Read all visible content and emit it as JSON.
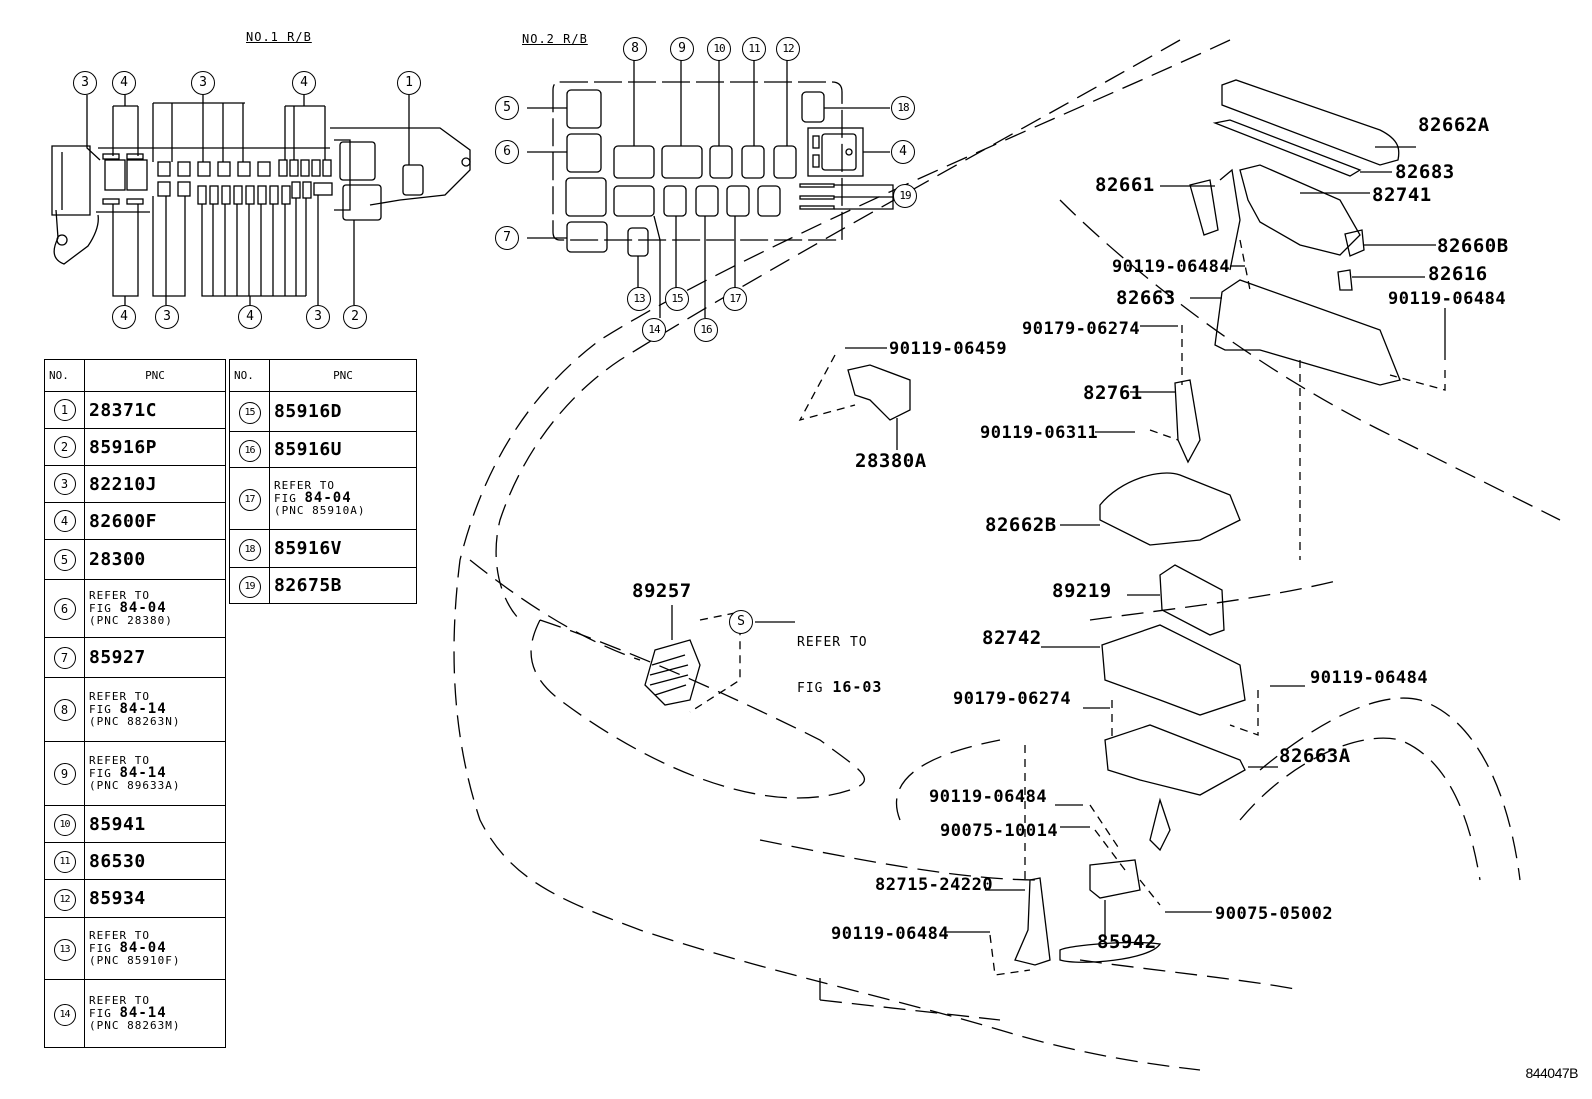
{
  "figure_code": "844047B",
  "rb1": {
    "title": "NO.1 R/B",
    "callouts_top": [
      "3",
      "4",
      "3",
      "4",
      "1"
    ],
    "callouts_bottom": [
      "4",
      "3",
      "4",
      "3",
      "2"
    ]
  },
  "rb2": {
    "title": "NO.2 R/B",
    "callouts_top": [
      "8",
      "9",
      "10",
      "11",
      "12"
    ],
    "callouts_left": [
      "5",
      "6",
      "7"
    ],
    "callouts_right": [
      "18",
      "4",
      "19"
    ],
    "callouts_bottom": [
      "13",
      "14",
      "15",
      "16",
      "17"
    ]
  },
  "table": {
    "header_no": "NO.",
    "header_pnc": "PNC",
    "left": [
      {
        "no": "1",
        "pnc": "28371C"
      },
      {
        "no": "2",
        "pnc": "85916P"
      },
      {
        "no": "3",
        "pnc": "82210J"
      },
      {
        "no": "4",
        "pnc": "82600F"
      },
      {
        "no": "5",
        "pnc": "28300"
      },
      {
        "no": "6",
        "ref_line1": "REFER TO",
        "ref_fig_prefix": "FIG",
        "ref_fig": "84-04",
        "ref_pnc": "(PNC 28380)"
      },
      {
        "no": "7",
        "pnc": "85927"
      },
      {
        "no": "8",
        "ref_line1": "REFER TO",
        "ref_fig_prefix": "FIG",
        "ref_fig": "84-14",
        "ref_pnc": "(PNC 88263N)"
      },
      {
        "no": "9",
        "ref_line1": "REFER TO",
        "ref_fig_prefix": "FIG",
        "ref_fig": "84-14",
        "ref_pnc": "(PNC 89633A)"
      },
      {
        "no": "10",
        "pnc": "85941"
      },
      {
        "no": "11",
        "pnc": "86530"
      },
      {
        "no": "12",
        "pnc": "85934"
      },
      {
        "no": "13",
        "ref_line1": "REFER TO",
        "ref_fig_prefix": "FIG",
        "ref_fig": "84-04",
        "ref_pnc": "(PNC 85910F)"
      },
      {
        "no": "14",
        "ref_line1": "REFER TO",
        "ref_fig_prefix": "FIG",
        "ref_fig": "84-14",
        "ref_pnc": "(PNC 88263M)"
      }
    ],
    "right": [
      {
        "no": "15",
        "pnc": "85916D"
      },
      {
        "no": "16",
        "pnc": "85916U"
      },
      {
        "no": "17",
        "ref_line1": "REFER TO",
        "ref_fig_prefix": "FIG",
        "ref_fig": "84-04",
        "ref_pnc": "(PNC 85910A)"
      },
      {
        "no": "18",
        "pnc": "85916V"
      },
      {
        "no": "19",
        "pnc": "82675B"
      }
    ]
  },
  "parts": {
    "p82662A": "82662A",
    "p82683": "82683",
    "p82661": "82661",
    "p82741": "82741",
    "p82660B": "82660B",
    "p90119_06484_a": "90119-06484",
    "p82616": "82616",
    "p82663": "82663",
    "p90119_06484_b": "90119-06484",
    "p90179_06274_a": "90179-06274",
    "p90119_06459": "90119-06459",
    "p82761": "82761",
    "p90119_06311": "90119-06311",
    "p28380A": "28380A",
    "p82662B": "82662B",
    "p89219": "89219",
    "p89257": "89257",
    "p82742": "82742",
    "p90119_06484_c": "90119-06484",
    "p90179_06274_b": "90179-06274",
    "p82663A": "82663A",
    "p90119_06484_d": "90119-06484",
    "p90075_10014": "90075-10014",
    "p82715_24220": "82715-24220",
    "p90075_05002": "90075-05002",
    "p90119_06484_e": "90119-06484",
    "p85942": "85942"
  },
  "refer_s": {
    "symbol": "S",
    "line1": "REFER TO",
    "fig_prefix": "FIG",
    "fig": "16-03"
  }
}
